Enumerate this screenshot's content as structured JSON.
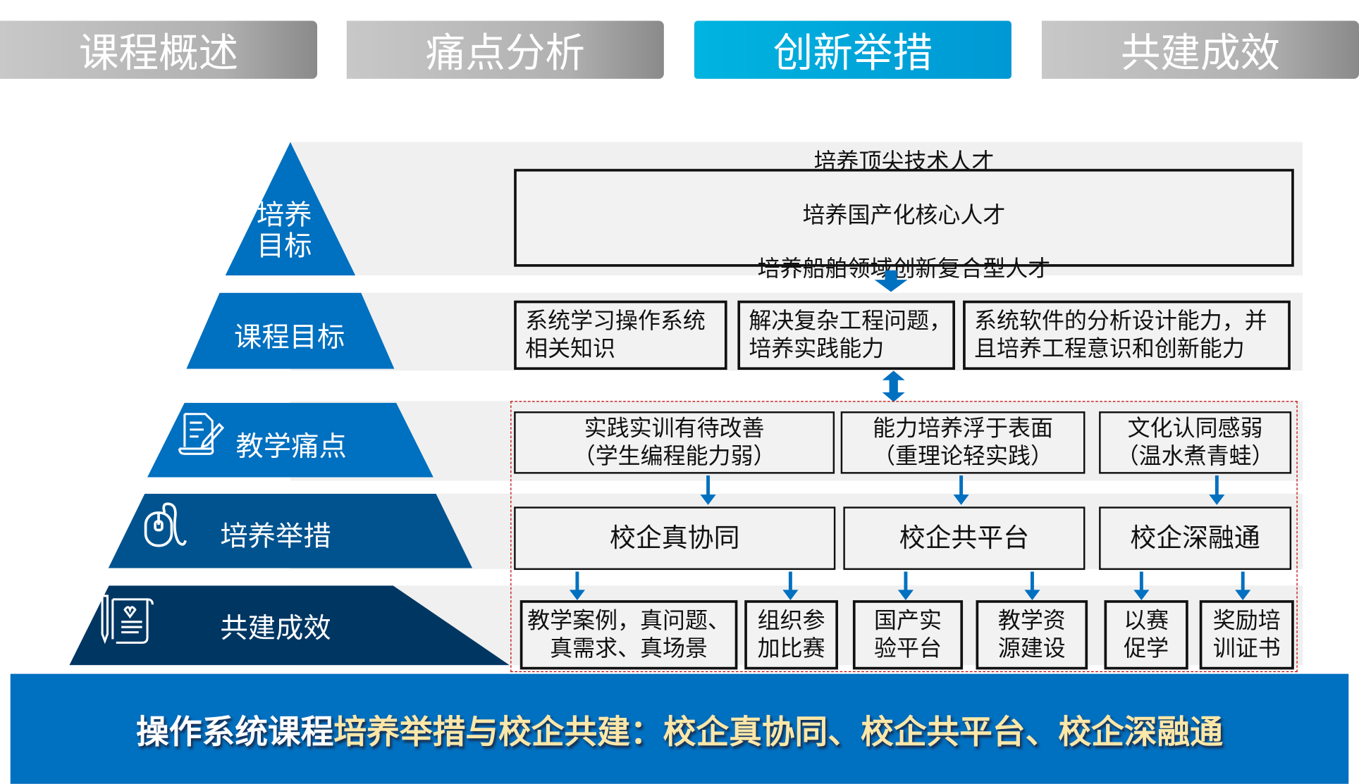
{
  "tabs": [
    {
      "label": "课程概述",
      "active": false
    },
    {
      "label": "痛点分析",
      "active": false
    },
    {
      "label": "创新举措",
      "active": true
    },
    {
      "label": "共建成效",
      "active": false
    }
  ],
  "pyramid": {
    "levels": [
      {
        "label_line1": "培养",
        "label_line2": "目标",
        "color": "#0070C0"
      },
      {
        "label": "课程目标",
        "color": "#0070C0"
      },
      {
        "label": "教学痛点",
        "icon": "document-pen-icon",
        "color": "#0070C0"
      },
      {
        "label": "培养举措",
        "icon": "mouse-icon",
        "color": "#00538F"
      },
      {
        "label": "共建成效",
        "icon": "scroll-pencil-icon",
        "color": "#003662"
      }
    ]
  },
  "goals": {
    "lines": [
      "培养顶尖技术人才",
      "培养国产化核心人才",
      "培养船舶领域创新复合型人才"
    ]
  },
  "course_goals": [
    "系统学习操作系统\n相关知识",
    "解决复杂工程问题，\n培养实践能力",
    "系统软件的分析设计能力，并\n且培养工程意识和创新能力"
  ],
  "pain_points": [
    "实践实训有待改善\n（学生编程能力弱）",
    "能力培养浮于表面\n（重理论轻实践）",
    "文化认同感弱\n（温水煮青蛙）"
  ],
  "measures": [
    "校企真协同",
    "校企共平台",
    "校企深融通"
  ],
  "outcomes": [
    "教学案例，真问题、\n真需求、真场景",
    "组织参\n加比赛",
    "国产实\n验平台",
    "教学资\n源建设",
    "以赛\n促学",
    "奖励培\n训证书"
  ],
  "banner": {
    "white_part": "操作系统课程",
    "yellow_part": "培养举措与校企共建：校企真协同、校企共平台、校企深融通"
  },
  "colors": {
    "primary": "#0070C0",
    "active_tab": "#00A8DC",
    "dashed_border": "#C00000"
  }
}
